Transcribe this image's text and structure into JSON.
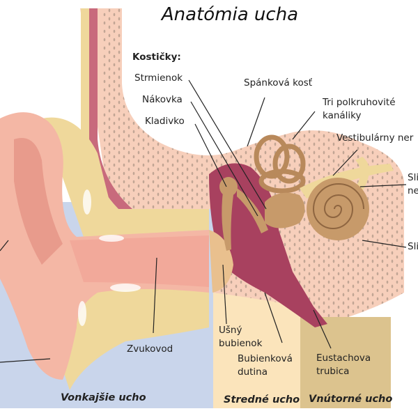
{
  "title": "Anatómia ucha",
  "labels": {
    "ossicles_heading": "Kostičky:",
    "stapes": "Strmienok",
    "incus": "Nákovka",
    "malleus": "Kladivko",
    "temporal_bone": "Spánková kosť",
    "canals_line1": "Tri polkruhovité",
    "canals_line2": "kanáliky",
    "vestibular_nerve": "Vestibulárny ner",
    "cochlear_nerve_line1": "Sli",
    "cochlear_nerve_line2": "ne",
    "cochlea": "Sli",
    "ear_canal": "Zvukovod",
    "eardrum_line1": "Ušný",
    "eardrum_line2": "bubienok",
    "tympanic_line1": "Bubienková",
    "tympanic_line2": "dutina",
    "eustachian_line1": "Eustachova",
    "eustachian_line2": "trubica"
  },
  "sections": {
    "outer": "Vonkajšie ucho",
    "middle": "Stredné ucho",
    "inner": "Vnútorné ucho"
  },
  "colors": {
    "outer_bg": "#c9d5eb",
    "middle_bg": "#fbe4bb",
    "inner_bg": "#dcc38e",
    "bone": "#f7cfbb",
    "skin": "#f2a99a",
    "cartilage": "#efd89b",
    "cavity": "#a8415f",
    "cochlea": "#c79a6a"
  }
}
